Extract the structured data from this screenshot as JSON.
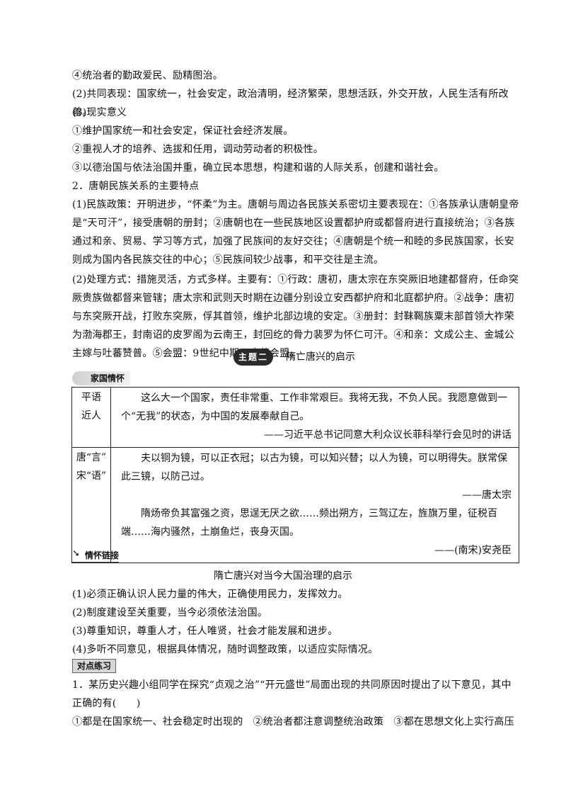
{
  "top_paras": [
    "④统治者的勤政爱民、励精图治。",
    "(2)共同表现：国家统一，社会安定，政治清明，经济繁荣，思想活跃，外交开放，人民生活有所改善。",
    "(3)现实意义",
    "①维护国家统一和社会安定，保证社会经济发展。",
    "②重视人才的培养、选拔和任用，调动劳动者的积极性。",
    "③以德治国与依法治国并重，确立民本思想，构建和谐的人际关系，创建和谐社会。",
    "2．唐朝民族关系的主要特点"
  ],
  "para_ethnic": "(1)民族政策：开明进步，“怀柔”为主。唐朝与周边各民族关系密切主要表现在：①各族承认唐朝皇帝是“天可汗”，接受唐朝的册封；②唐朝也在一些民族地区设置都护府或都督府进行直接统治；③各族通过和亲、贸易、学习等方式，加强了民族间的友好交往；④唐朝是个统一和睦的多民族国家，长安则成为国内各民族交往的中心；⑤民族间较少战事，和平交往是主流。",
  "para_methods": "(2)处理方式：措施灵活，方式多样。主要有：①行政：唐初，唐太宗在东突厥旧地建都督府，任命突厥贵族做都督来管辖；唐太宗和武则天时期在边疆分别设立安西都护府和北庭都护府。②战争：唐初与东突厥开战，打败东突厥，俘其首领，维护北部边境的安定。③册封：封靺鞨族粟末部首领大祚荣为渤海郡王，封南诏的皮罗阁为云南王，封回纥的骨力裴罗为怀仁可汗。④和亲：文成公主、金城公主嫁与吐蕃赞普。⑤会盟：9世纪中期，唐蕃会盟。",
  "topic": {
    "badge": "主题二",
    "title": "隋亡唐兴的启示"
  },
  "tag_family": "家国情怀",
  "box": {
    "row1": {
      "label_a": "平语",
      "label_b": "近人",
      "text": "这么大一个国家，责任非常重、工作非常艰巨。我将无我，不负人民。我愿意做到一个“无我”的状态，为中国的发展奉献自己。",
      "source": "——习近平总书记同意大利众议长菲科举行会见时的讲话"
    },
    "row2": {
      "label_a": "唐“言”",
      "label_b": "宋“语”",
      "text1": "夫以铜为镜，可以正衣冠；以古为镜，可以知兴替；以人为镜，可以明得失。朕常保此三镜，以防己过。",
      "source1": "——唐太宗",
      "text2": "隋炀帝负其富强之资，思逞无厌之欲……频出朔方，三驾辽左，旌旗万里，征税百端……海内骚然，土崩鱼烂，丧身灭国。",
      "source2": "——(南宋)安尧臣"
    }
  },
  "tag_link": "情怀链接",
  "link_title": "隋亡唐兴对当今大国治理的启示",
  "link_items": [
    "(1)必须正确认识人民力量的伟大，正确使用民力，发挥效力。",
    "(2)制度建设至关重要，当今必须依法治国。",
    "(3)尊重知识，尊重人才，任人唯贤，社会才能发展和进步。",
    "(4)多听不同意见，根据具体情况，随时调整政策，以适应实际情况。"
  ],
  "tag_practice": "对点练习",
  "question": "1．某历史兴趣小组同学在探究“贞观之治”“开元盛世”局面出现的共同原因时提出了以下意见，其中正确的有(　　)",
  "options_line": "①都是在国家统一、社会稳定时出现的　②统治者都注意调整统治政策　③都在思想文化上实行高压"
}
